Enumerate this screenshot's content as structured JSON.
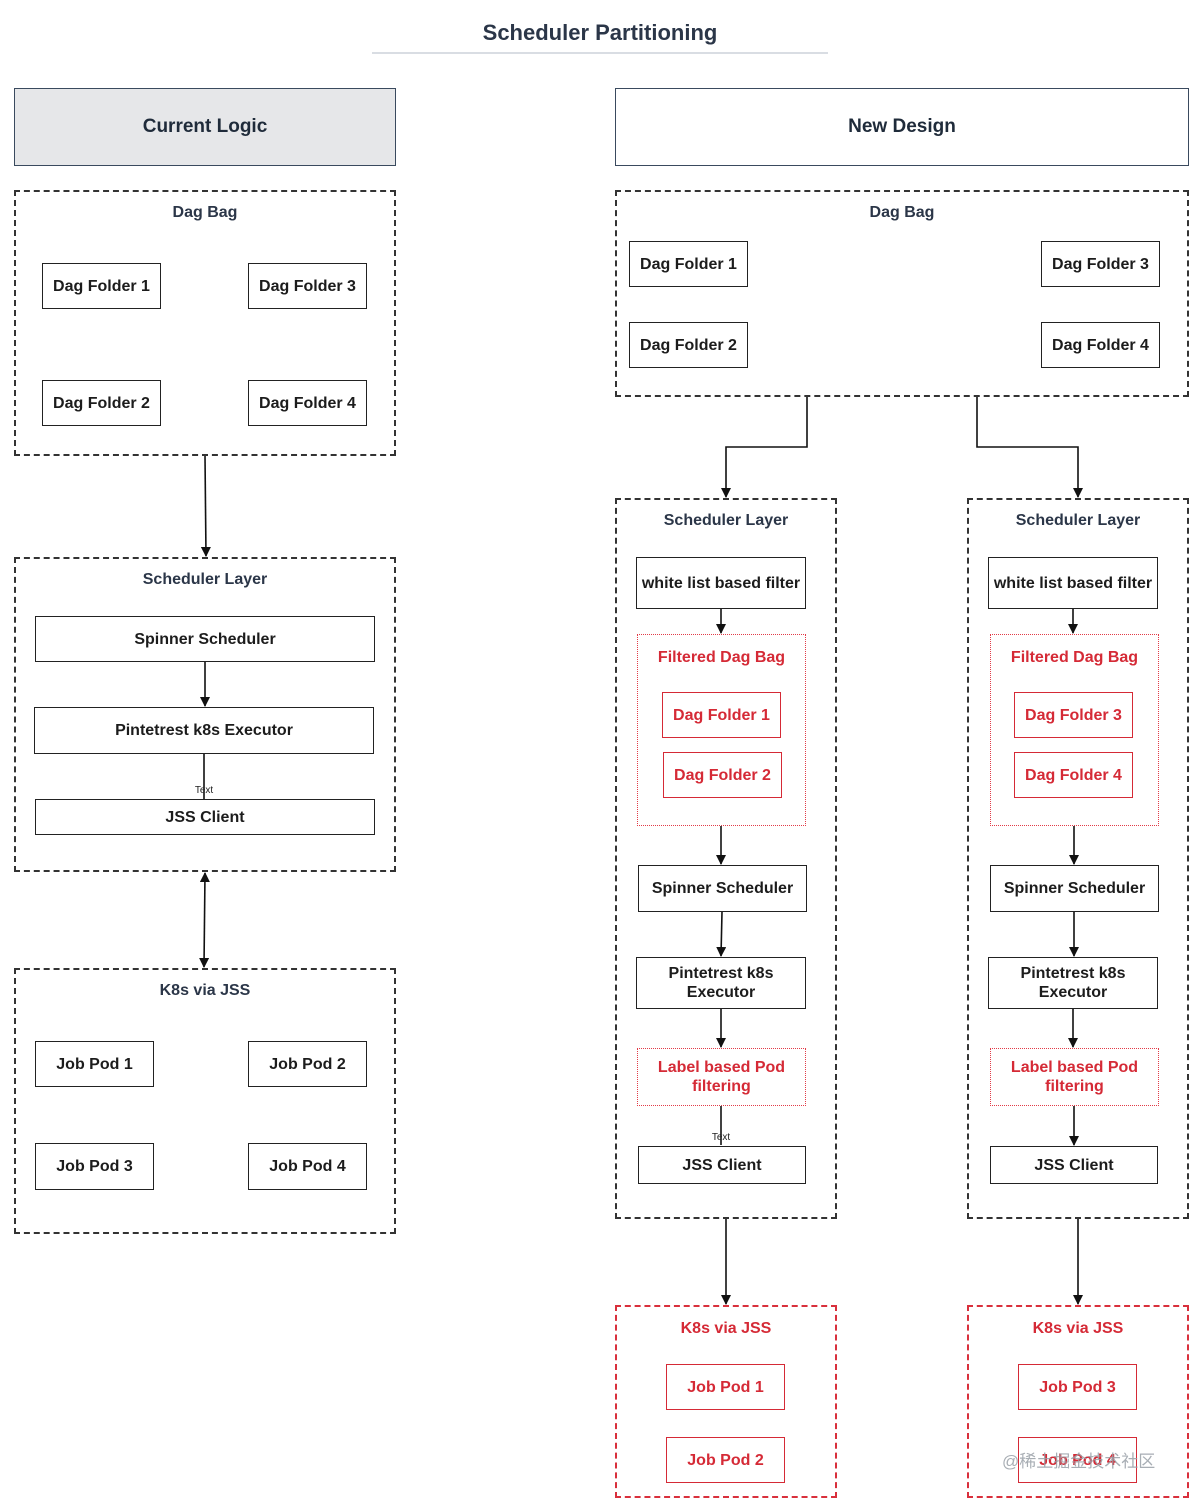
{
  "title": "Scheduler Partitioning",
  "left": {
    "header": "Current Logic",
    "dag_bag": {
      "label": "Dag Bag",
      "folders": [
        "Dag Folder 1",
        "Dag Folder 3",
        "Dag Folder 2",
        "Dag Folder 4"
      ]
    },
    "scheduler_layer": {
      "label": "Scheduler Layer",
      "spinner": "Spinner Scheduler",
      "executor": "Pintetrest k8s Executor",
      "edge_text": "Text",
      "jss_client": "JSS Client"
    },
    "k8s": {
      "label": "K8s via JSS",
      "pods": [
        "Job Pod 1",
        "Job Pod 2",
        "Job Pod 3",
        "Job Pod 4"
      ]
    }
  },
  "right": {
    "header": "New Design",
    "dag_bag": {
      "label": "Dag Bag",
      "folders": [
        "Dag Folder 1",
        "Dag Folder 3",
        "Dag Folder 2",
        "Dag Folder 4"
      ]
    },
    "partitions": [
      {
        "scheduler_label": "Scheduler Layer",
        "filter": "white list based filter",
        "filtered_label": "Filtered Dag Bag",
        "filtered_folders": [
          "Dag Folder 1",
          "Dag Folder 2"
        ],
        "spinner": "Spinner Scheduler",
        "executor": "Pintetrest k8s Executor",
        "label_filter": "Label based Pod filtering",
        "edge_text": "Text",
        "jss_client": "JSS Client",
        "k8s_label": "K8s via JSS",
        "pods": [
          "Job Pod 1",
          "Job Pod 2"
        ]
      },
      {
        "scheduler_label": "Scheduler Layer",
        "filter": "white list based filter",
        "filtered_label": "Filtered Dag Bag",
        "filtered_folders": [
          "Dag Folder 3",
          "Dag Folder 4"
        ],
        "spinner": "Spinner Scheduler",
        "executor": "Pintetrest k8s Executor",
        "label_filter": "Label based Pod filtering",
        "edge_text": "",
        "jss_client": "JSS Client",
        "k8s_label": "K8s via JSS",
        "pods": [
          "Job Pod 3",
          "Job Pod 4"
        ]
      }
    ]
  },
  "watermark": "@稀土掘金技术社区",
  "colors": {
    "accent_red": "#d52a36",
    "title_navy": "#2b3648",
    "header_fill": "#e6e7e9"
  }
}
